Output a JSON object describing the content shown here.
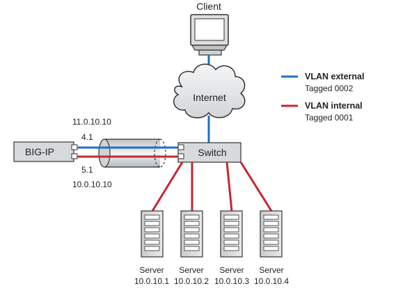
{
  "client": {
    "label": "Client"
  },
  "internet": {
    "label": "Internet"
  },
  "bigip": {
    "label": "BIG-IP",
    "external_ip": "11.0.10.10",
    "external_port": "4.1",
    "internal_port": "5.1",
    "internal_ip": "10.0.10.10"
  },
  "switch": {
    "label": "Switch"
  },
  "legend": [
    {
      "title": "VLAN external",
      "subtitle": "Tagged 0002",
      "color": "#1f6fc8"
    },
    {
      "title": "VLAN internal",
      "subtitle": "Tagged 0001",
      "color": "#c8262f"
    }
  ],
  "servers": [
    {
      "label": "Server",
      "ip": "10.0.10.1"
    },
    {
      "label": "Server",
      "ip": "10.0.10.2"
    },
    {
      "label": "Server",
      "ip": "10.0.10.3"
    },
    {
      "label": "Server",
      "ip": "10.0.10.4"
    }
  ],
  "colors": {
    "external": "#1f6fc8",
    "internal": "#c8262f",
    "device": "#d7d9db",
    "outline": "#333333"
  }
}
